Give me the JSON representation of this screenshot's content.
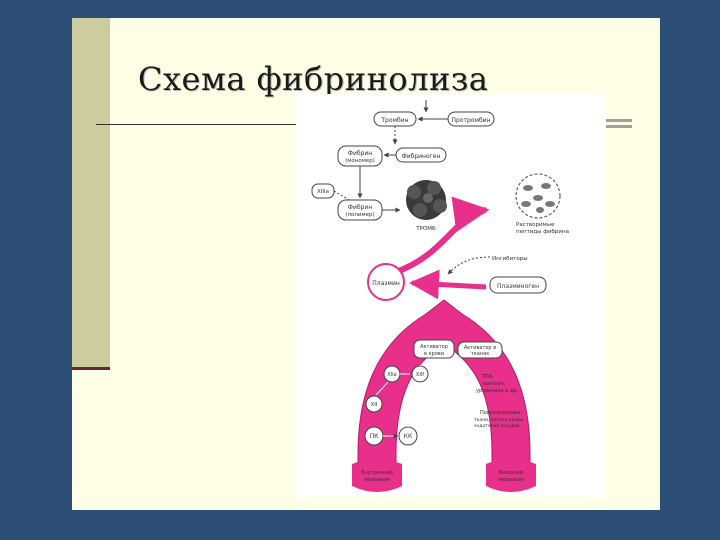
{
  "slide": {
    "title": "Схема фибринолиза"
  },
  "diagram": {
    "nodes": {
      "prothrombin": "Протромбин",
      "thrombin": "Тромбин",
      "fibrin_mono_1": "Фибрин",
      "fibrin_mono_2": "(мономер)",
      "fibrinogen": "Фибриноген",
      "xiii": "XIIIа",
      "fibrin_poly_1": "Фибрин",
      "fibrin_poly_2": "(полимер)",
      "thrombus": "ТРОМБ",
      "soluble_1": "Растворимые",
      "soluble_2": "пептиды фибрина",
      "inhibitors": "Ингибиторы",
      "plasmin": "Плазмин",
      "plasminogen": "Плазминоген",
      "blood_act_1": "Активатор",
      "blood_act_2": "в крови",
      "tissue_act_1": "Активатор в",
      "tissue_act_2": "тканях",
      "xiia": "XIIа",
      "xii_f": "XIIf",
      "xii": "XII",
      "pk": "ПК",
      "kk": "КК",
      "tpa_1": "ТПА,",
      "tpa_2": "трипсин,",
      "tpa_3": "урокиназа и др.",
      "damage_1": "Поврежденные",
      "damage_2": "ткани, клетки крови,",
      "damage_3": "эндотелий сосудов",
      "internal_1": "Внутренний",
      "internal_2": "механизм",
      "external_1": "Внешний",
      "external_2": "механизм"
    },
    "colors": {
      "magenta": "#e8308a",
      "ink": "#444444"
    }
  }
}
